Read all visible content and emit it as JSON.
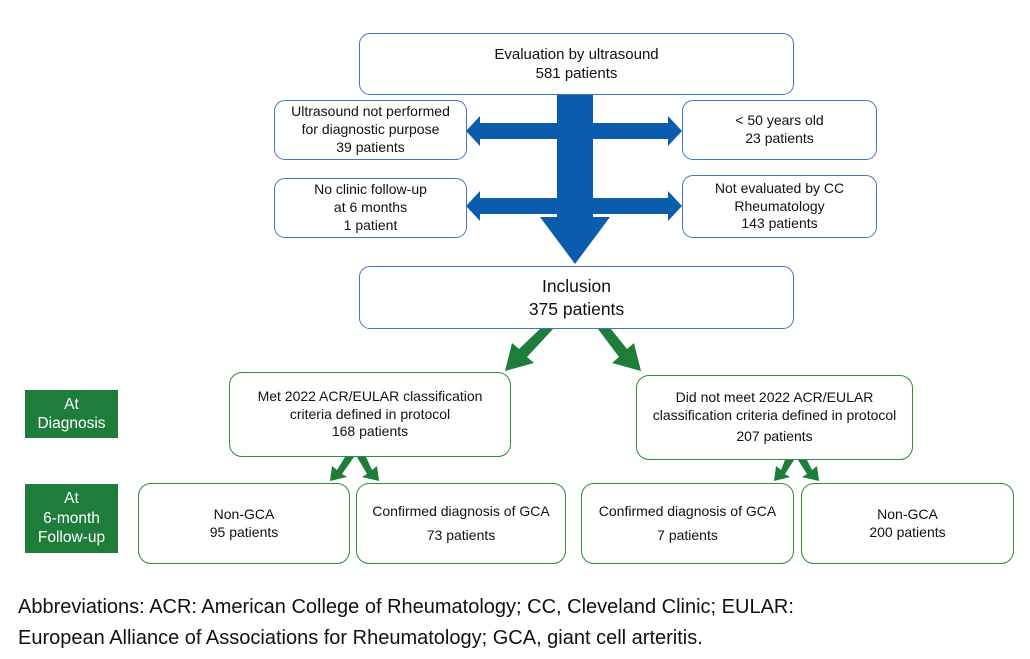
{
  "flowchart": {
    "evaluation": {
      "title": "Evaluation by ultrasound",
      "count": "581 patients"
    },
    "exclusions": {
      "left_top": {
        "lines": [
          "Ultrasound not performed",
          "for diagnostic purpose"
        ],
        "count": "39 patients"
      },
      "left_bottom": {
        "lines": [
          "No clinic follow-up",
          "at 6 months"
        ],
        "count": "1 patient"
      },
      "right_top": {
        "lines": [
          "< 50 years old"
        ],
        "count": "23 patients"
      },
      "right_bottom": {
        "lines": [
          "Not evaluated by CC",
          "Rheumatology"
        ],
        "count": "143 patients"
      }
    },
    "inclusion": {
      "title": "Inclusion",
      "count": "375 patients"
    },
    "stage_labels": {
      "diagnosis": [
        "At",
        "Diagnosis"
      ],
      "followup": [
        "At",
        "6-month",
        "Follow-up"
      ]
    },
    "diagnosis": {
      "met": {
        "lines": [
          "Met 2022 ACR/EULAR classification",
          "criteria defined in protocol"
        ],
        "count": "168 patients"
      },
      "not_met": {
        "lines": [
          "Did not meet 2022 ACR/EULAR",
          "classification criteria defined in protocol"
        ],
        "count": "207 patients"
      }
    },
    "followup": {
      "met_non_gca": {
        "title": "Non-GCA",
        "count": "95 patients"
      },
      "met_gca": {
        "title": "Confirmed diagnosis of GCA",
        "count": "73 patients"
      },
      "not_met_gca": {
        "title": "Confirmed diagnosis of GCA",
        "count": "7 patients"
      },
      "not_met_non_gca": {
        "title": "Non-GCA",
        "count": "200 patients"
      }
    },
    "colors": {
      "blue_arrow": "#0b5cad",
      "blue_border": "#4472c4",
      "green": "#1e7d3a",
      "green_border": "#2e8b3e"
    }
  },
  "footnote": {
    "line1": "Abbreviations: ACR: American College of Rheumatology; CC, Cleveland Clinic; EULAR:",
    "line2": "European Alliance of Associations for Rheumatology; GCA, giant cell arteritis."
  }
}
